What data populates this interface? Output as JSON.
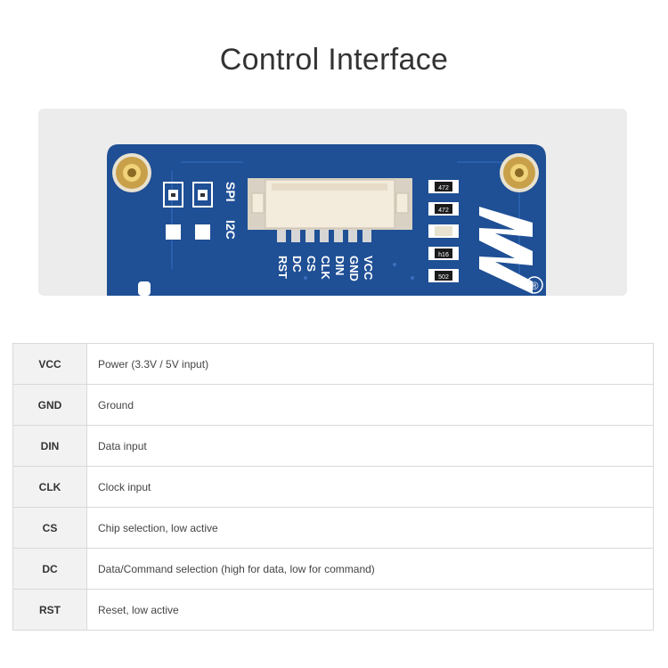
{
  "page": {
    "title": "Control Interface"
  },
  "board": {
    "mode_labels": [
      "SPI",
      "I2C"
    ],
    "pin_labels": [
      "VCC",
      "GND",
      "DIN",
      "CLK",
      "CS",
      "DC",
      "RST"
    ],
    "resistor_codes": [
      "472",
      "472",
      "",
      "h16",
      "502"
    ],
    "logo_mark": "®",
    "colors": {
      "pcb_blue": "#1f4f95",
      "connector": "#f3ebdc",
      "mount_hole": "#c9a04a"
    }
  },
  "pin_table": {
    "rows": [
      {
        "pin": "VCC",
        "description": "Power (3.3V / 5V input)"
      },
      {
        "pin": "GND",
        "description": "Ground"
      },
      {
        "pin": "DIN",
        "description": "Data input"
      },
      {
        "pin": "CLK",
        "description": "Clock input"
      },
      {
        "pin": "CS",
        "description": "Chip selection, low active"
      },
      {
        "pin": "DC",
        "description": "Data/Command selection (high for data, low for command)"
      },
      {
        "pin": "RST",
        "description": "Reset, low active"
      }
    ]
  }
}
